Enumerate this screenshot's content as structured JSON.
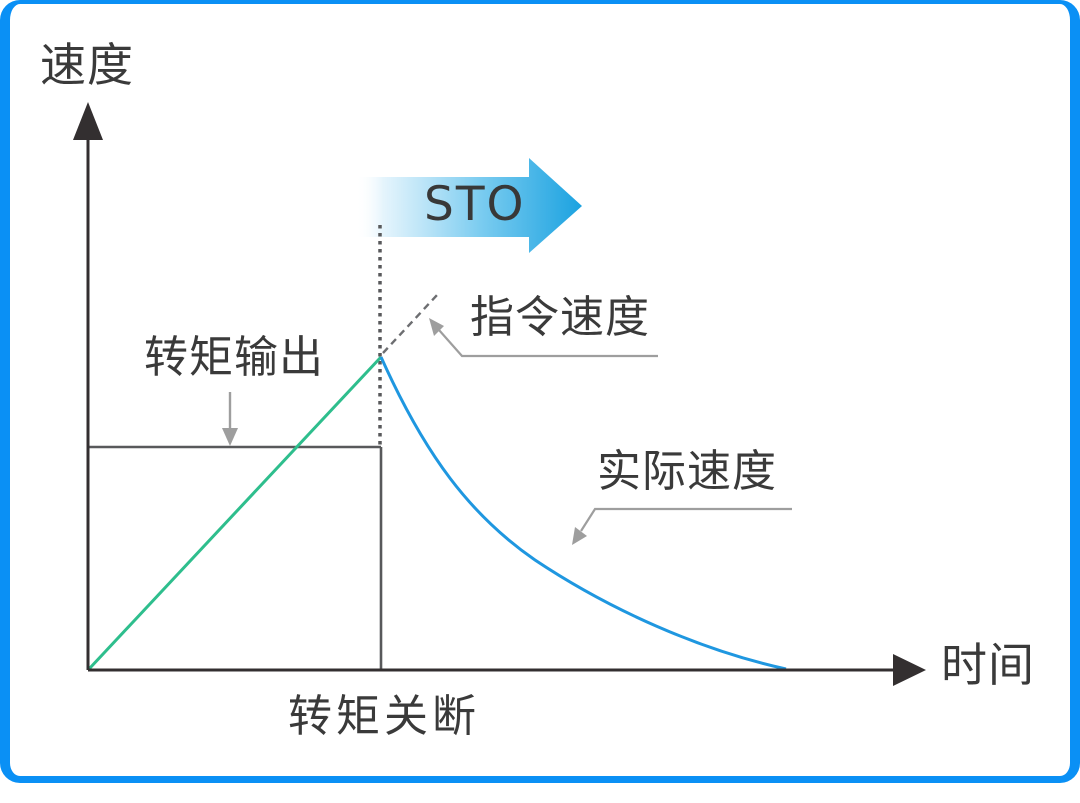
{
  "frame": {
    "border_color": "#0A90F5"
  },
  "diagram": {
    "y_axis_label": "速度",
    "x_axis_label": "时间",
    "sto_arrow_label": "STO",
    "callouts": {
      "torque_output": "转矩输出",
      "command_speed": "指令速度",
      "actual_speed": "实际速度",
      "torque_off": "转矩关断"
    },
    "colors": {
      "frame_border": "#0A90F5",
      "sto_arrow_blue": "#29ABE2",
      "torque_rise_green": "#2EBE8D",
      "actual_speed_blue": "#1F97E0",
      "axis_dark": "#332F30",
      "reference_gray": "#58595B",
      "callout_gray": "#9E9E9E",
      "text_dark": "#3A3A3A"
    }
  }
}
